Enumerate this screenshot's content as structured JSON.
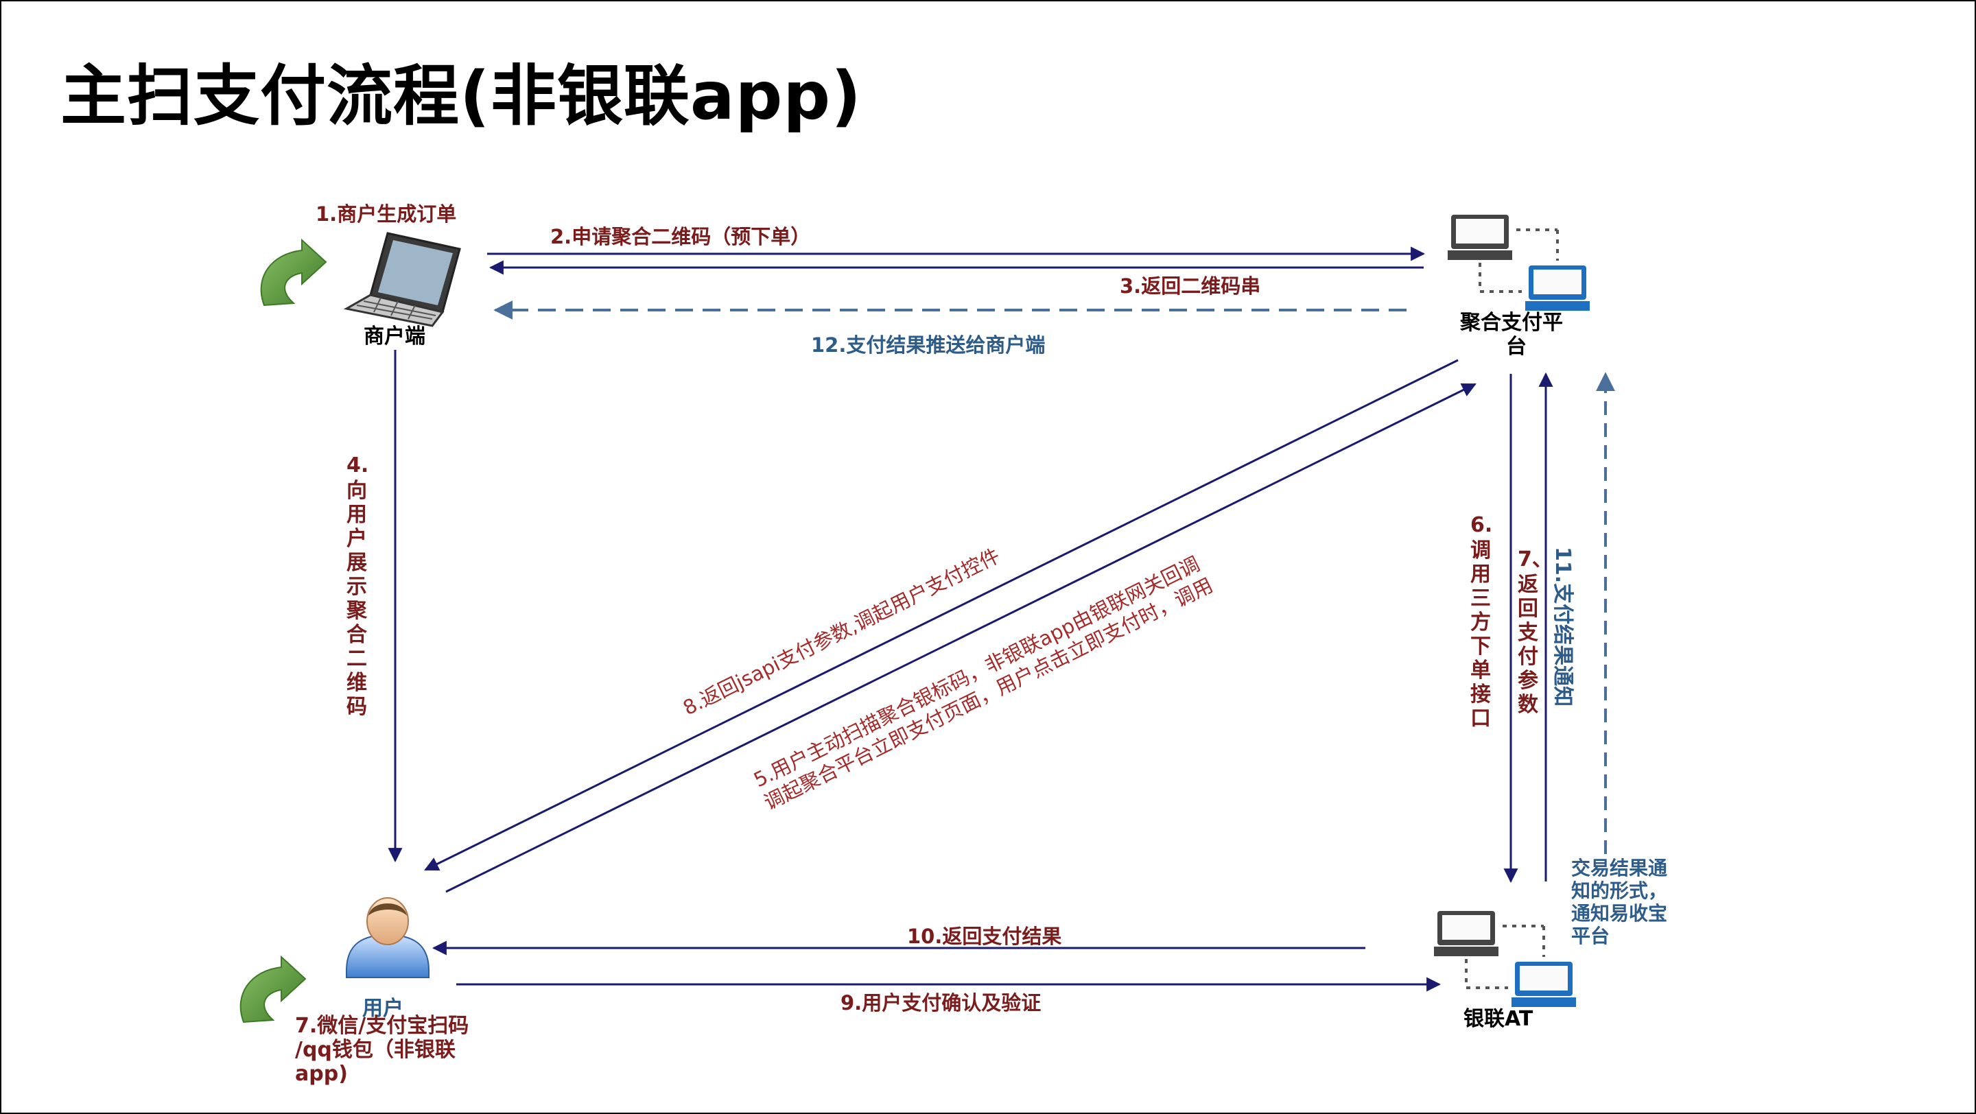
{
  "title": "主扫支付流程(非银联app)",
  "colors": {
    "line": "#1a1a6e",
    "dashed": "#4a6f9a",
    "text_red": "#7a1c1c",
    "text_blue": "#2e5c8a",
    "icon_green": "#5a9b3a"
  },
  "nodes": {
    "merchant": {
      "label": "商户端",
      "icon": "laptop-icon"
    },
    "platform": {
      "label_line1": "聚合支付平",
      "label_line2": "台",
      "icon": "network-computers-icon"
    },
    "user": {
      "label": "用户",
      "icon": "user-person-icon"
    },
    "unionpay": {
      "label": "银联AT",
      "icon": "network-computers-icon"
    }
  },
  "steps": {
    "s1": "1.商户生成订单",
    "s2": "2.申请聚合二维码（预下单）",
    "s3": "3.返回二维码串",
    "s4_lines": [
      "4.",
      "向",
      "用",
      "户",
      "展",
      "示",
      "聚",
      "合",
      "二",
      "维",
      "码"
    ],
    "s5_line1": "5.用户主动扫描聚合银标码，非银联app由银联网关回调",
    "s5_line2": "调起聚合平台立即支付页面，用户点击立即支付时，调用",
    "s6_lines": [
      "6.",
      "调",
      "用",
      "三",
      "方",
      "下",
      "单",
      "接",
      "口"
    ],
    "s7r_lines": [
      "7、",
      "返",
      "回",
      "支",
      "付",
      "参",
      "数"
    ],
    "s7_line1": "7.微信/支付宝扫码",
    "s7_line2": "/qq钱包（非银联",
    "s7_line3": "app)",
    "s8": "8.返回jsapi支付参数,调起用户支付控件",
    "s9": "9.用户支付确认及验证",
    "s10": "10.返回支付结果",
    "s11": "11.支付结果通知",
    "s12": "12.支付结果推送给商户端",
    "note_lines": [
      "交易结果通",
      "知的形式，",
      "通知易收宝",
      "平台"
    ]
  }
}
